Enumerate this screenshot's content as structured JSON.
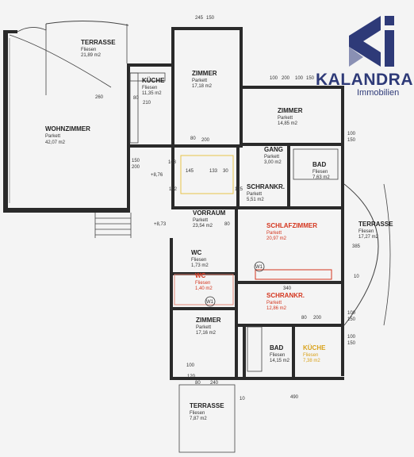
{
  "brand": {
    "name": "KALANDRA",
    "subtitle": "Immobilien",
    "colors": {
      "primary": "#2e3a78",
      "secondary": "#8a90b4"
    }
  },
  "rooms": [
    {
      "id": "terrasse-top",
      "name": "TERRASSE",
      "material": "Fliesen",
      "area": "21,89 m2"
    },
    {
      "id": "kueche",
      "name": "KÜCHE",
      "material": "Fliesen",
      "area": "11,35 m2"
    },
    {
      "id": "zimmer-top",
      "name": "ZIMMER",
      "material": "Parkett",
      "area": "17,18 m2"
    },
    {
      "id": "zimmer-right",
      "name": "ZIMMER",
      "material": "Parkett",
      "area": "14,85 m2"
    },
    {
      "id": "wohnzimmer",
      "name": "WOHNZIMMER",
      "material": "Parkett",
      "area": "42,07 m2"
    },
    {
      "id": "gang",
      "name": "GANG",
      "material": "Parkett",
      "area": "3,00 m2"
    },
    {
      "id": "bad-top",
      "name": "BAD",
      "material": "Fliesen",
      "area": "7,63 m2"
    },
    {
      "id": "schrankraum-top",
      "name": "SCHRANKR.",
      "material": "Parkett",
      "area": "5,51 m2"
    },
    {
      "id": "vorraum",
      "name": "VORRAUM",
      "material": "Parkett",
      "area": "23,54 m2"
    },
    {
      "id": "schlafzimmer",
      "name": "SCHLAFZIMMER",
      "material": "Parkett",
      "area": "20,97 m2"
    },
    {
      "id": "terrasse-right",
      "name": "TERRASSE",
      "material": "Fliesen",
      "area": "17,27 m2"
    },
    {
      "id": "wc-1",
      "name": "WC",
      "material": "Fliesen",
      "area": "1,73 m2"
    },
    {
      "id": "wc-2",
      "name": "WC",
      "material": "Fliesen",
      "area": "1,40 m2"
    },
    {
      "id": "schrankraum-mid",
      "name": "SCHRANKR.",
      "material": "Parkett",
      "area": "12,86 m2"
    },
    {
      "id": "zimmer-bottom",
      "name": "ZIMMER",
      "material": "Parkett",
      "area": "17,16 m2"
    },
    {
      "id": "bad-bottom",
      "name": "BAD",
      "material": "Fliesen",
      "area": "14,15 m2"
    },
    {
      "id": "kueche-bottom",
      "name": "KÜCHE",
      "material": "Fliesen",
      "area": "7,38 m2"
    },
    {
      "id": "terrasse-bottom",
      "name": "TERRASSE",
      "material": "Fliesen",
      "area": "7,87 m2"
    }
  ],
  "dimensions": {
    "d245": "245",
    "d150": "150",
    "d100": "100",
    "d200": "200",
    "d80": "80",
    "d210": "210",
    "d260": "260",
    "d145": "145",
    "d133": "133",
    "d30": "30",
    "d163": "163",
    "d142": "142",
    "d125": "125",
    "d340": "340",
    "d385": "385",
    "d10": "10",
    "d490": "490",
    "d120": "120",
    "d240": "240",
    "level1": "+8,76",
    "level2": "+8,73"
  },
  "markers": {
    "w1": "W1"
  }
}
